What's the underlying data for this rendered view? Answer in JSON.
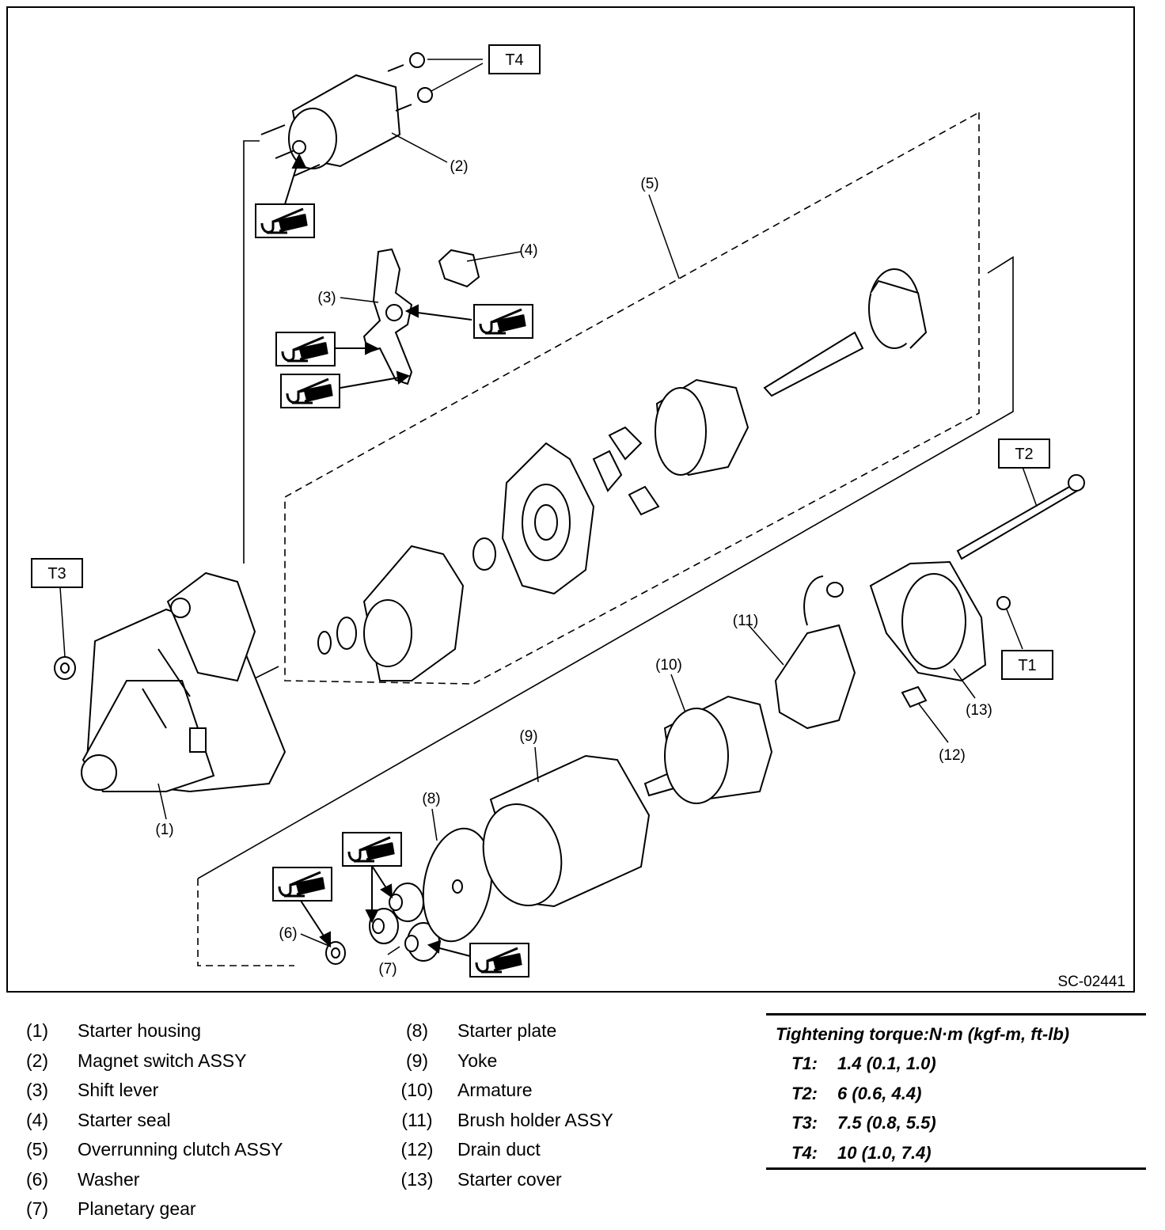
{
  "figure": {
    "ref_code": "SC-02441",
    "callouts": [
      "(1)",
      "(2)",
      "(3)",
      "(4)",
      "(5)",
      "(6)",
      "(7)",
      "(8)",
      "(9)",
      "(10)",
      "(11)",
      "(12)",
      "(13)"
    ],
    "torque_labels": [
      "T1",
      "T2",
      "T3",
      "T4"
    ],
    "grease_icon": "grease-apply-icon"
  },
  "legend": {
    "left": [
      {
        "num": "(1)",
        "label": "Starter housing"
      },
      {
        "num": "(2)",
        "label": "Magnet switch ASSY"
      },
      {
        "num": "(3)",
        "label": "Shift lever"
      },
      {
        "num": "(4)",
        "label": "Starter seal"
      },
      {
        "num": "(5)",
        "label": "Overrunning clutch ASSY"
      },
      {
        "num": "(6)",
        "label": "Washer"
      },
      {
        "num": "(7)",
        "label": "Planetary gear"
      }
    ],
    "mid": [
      {
        "num": "(8)",
        "label": "Starter plate"
      },
      {
        "num": "(9)",
        "label": "Yoke"
      },
      {
        "num": "(10)",
        "label": "Armature"
      },
      {
        "num": "(11)",
        "label": "Brush holder ASSY"
      },
      {
        "num": "(12)",
        "label": "Drain duct"
      },
      {
        "num": "(13)",
        "label": "Starter cover"
      }
    ]
  },
  "torque": {
    "title": "Tightening torque:N·m (kgf-m, ft-lb)",
    "rows": [
      {
        "key": "T1:",
        "value": "1.4 (0.1, 1.0)"
      },
      {
        "key": "T2:",
        "value": "6 (0.6, 4.4)"
      },
      {
        "key": "T3:",
        "value": "7.5 (0.8, 5.5)"
      },
      {
        "key": "T4:",
        "value": "10 (1.0, 7.4)"
      }
    ]
  }
}
